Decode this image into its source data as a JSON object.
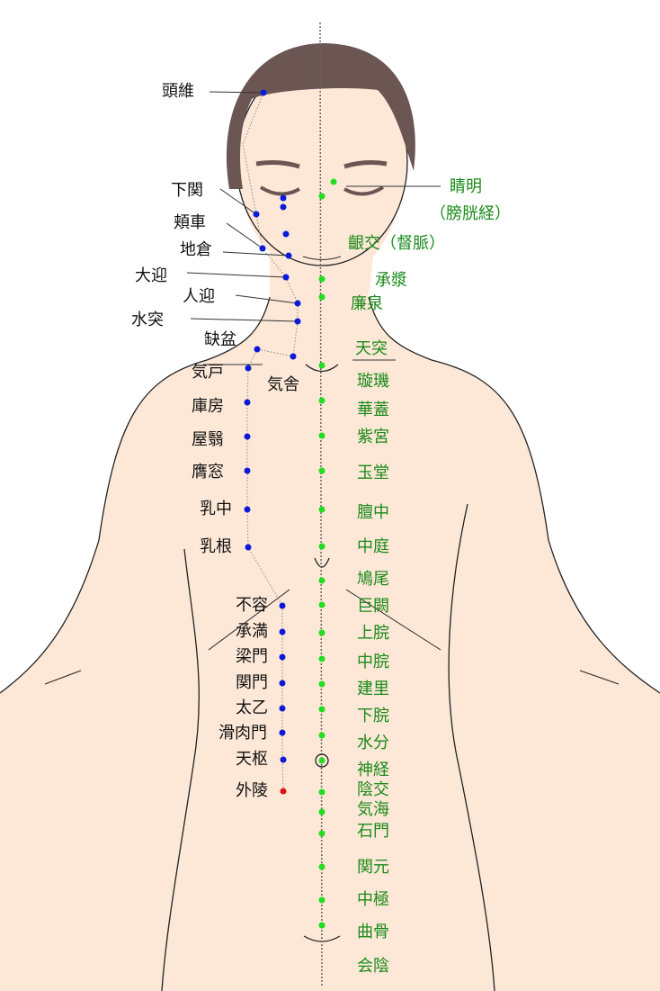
{
  "colors": {
    "skin": "#fde8d7",
    "hair": "#6b5654",
    "stomach_point": "#0a1ad8",
    "conception_point": "#22dd22",
    "highlight_point": "#e01010",
    "conception_label": "#1a8a1a"
  },
  "stomach_meridian": [
    "頭維",
    "下関",
    "頬車",
    "地倉",
    "大迎",
    "人迎",
    "水突",
    "缺盆",
    "気舎",
    "気戸",
    "庫房",
    "屋翳",
    "膺窓",
    "乳中",
    "乳根",
    "不容",
    "承満",
    "梁門",
    "関門",
    "太乙",
    "滑肉門",
    "天枢",
    "外陵"
  ],
  "conception_vessel": [
    "承漿",
    "廉泉",
    "天突",
    "璇璣",
    "華蓋",
    "紫宮",
    "玉堂",
    "膻中",
    "中庭",
    "鳩尾",
    "巨闕",
    "上脘",
    "中脘",
    "建里",
    "下脘",
    "水分",
    "神経",
    "陰交",
    "気海",
    "石門",
    "関元",
    "中極",
    "曲骨",
    "会陰"
  ],
  "other_points": {
    "jingming": "睛明",
    "jingming_meridian": "（膀胱経）",
    "yinjiao": "齦交（督脈）"
  }
}
